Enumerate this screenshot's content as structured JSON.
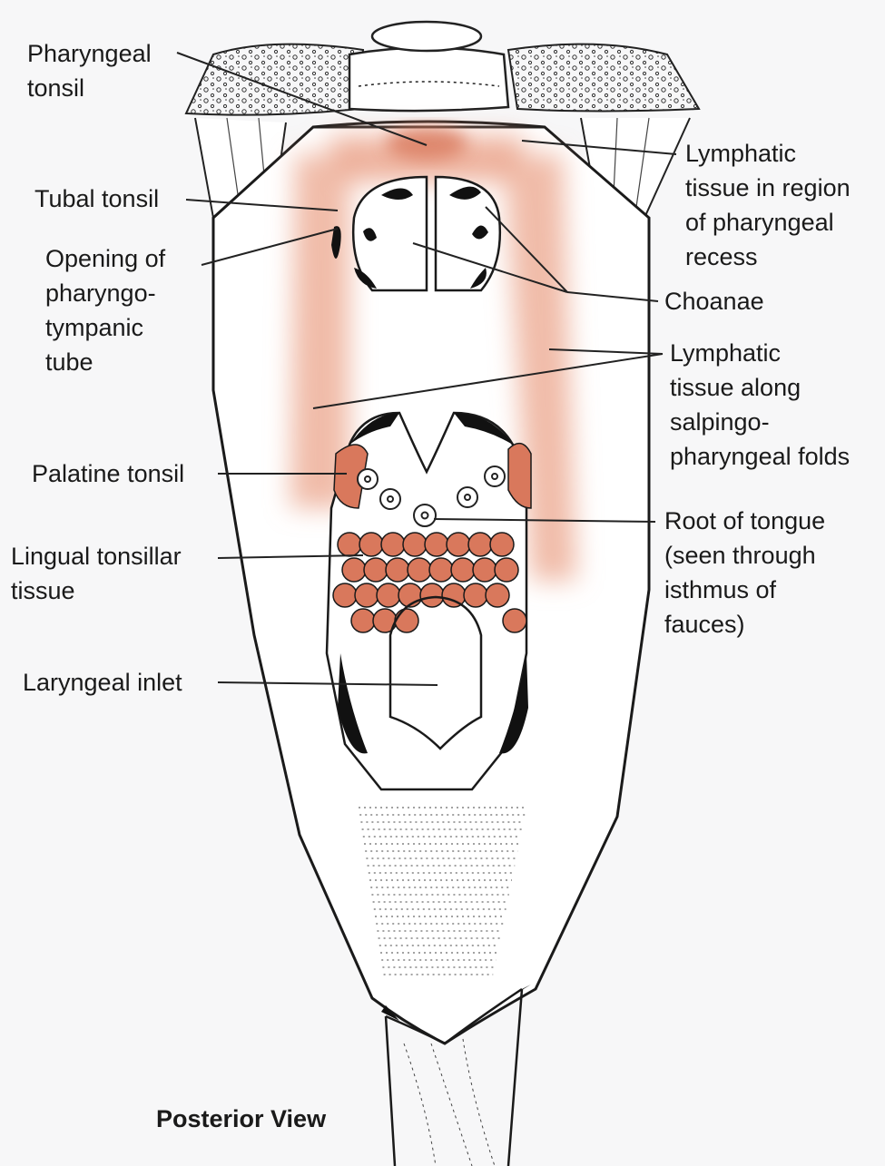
{
  "diagram": {
    "caption": "Posterior View",
    "colors": {
      "lymphatic": "#eba58c",
      "lymphatic_dark": "#d9785c",
      "ink": "#1a1a1a",
      "bone_fill": "#ffffff",
      "background": "#f7f7f8"
    },
    "labels": {
      "pharyngeal_tonsil": "Pharyngeal\ntonsil",
      "tubal_tonsil": "Tubal tonsil",
      "opening_tube": "Opening of\npharyngo-\ntympanic\ntube",
      "palatine_tonsil": "Palatine tonsil",
      "lingual_tonsillar": "Lingual tonsillar\ntissue",
      "laryngeal_inlet": "Laryngeal inlet",
      "lymphatic_recess": "Lymphatic\ntissue in region\nof pharyngeal\nrecess",
      "choanae": "Choanae",
      "lymphatic_folds": "Lymphatic\ntissue along\nsalpingo-\npharyngeal folds",
      "root_tongue": "Root of tongue\n(seen through\nisthmus of\nfauces)"
    }
  }
}
